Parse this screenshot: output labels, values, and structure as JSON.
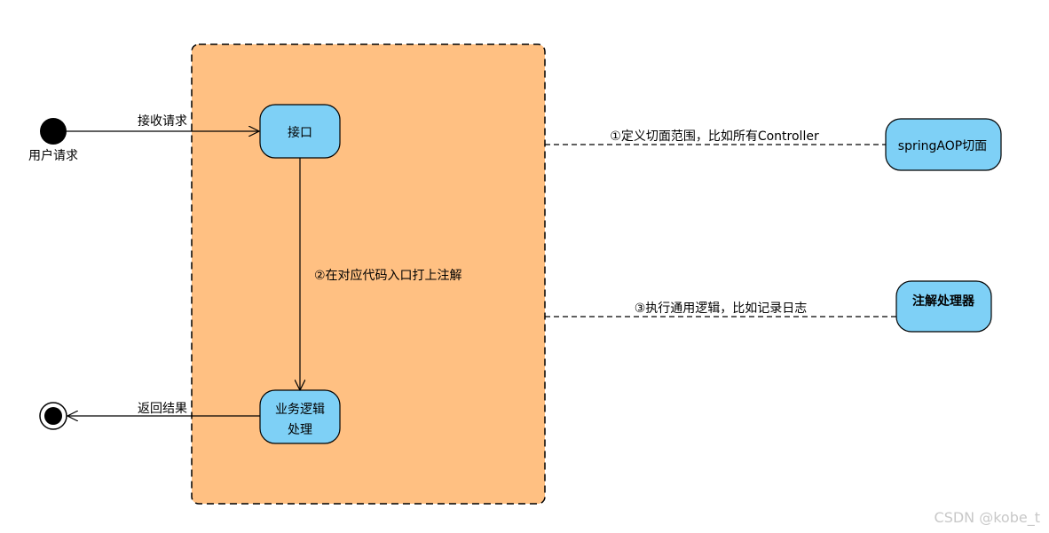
{
  "colors": {
    "container_fill": "#FFC082",
    "node_fill": "#7ED0F6",
    "stroke": "#000000",
    "white": "#FFFFFF"
  },
  "nodes": {
    "user_request": "用户请求",
    "interface": "接口",
    "business_logic_line1": "业务逻辑",
    "business_logic_line2": "处理",
    "spring_aop": "springAOP切面",
    "annotation_processor": "注解处理器"
  },
  "edges": {
    "receive_request": "接收请求",
    "add_annotation": "②在对应代码入口打上注解",
    "return_result": "返回结果",
    "define_pointcut": "①定义切面范围，比如所有Controller",
    "common_logic": "③执行通用逻辑，比如记录日志"
  },
  "watermark": "CSDN @kobe_t"
}
